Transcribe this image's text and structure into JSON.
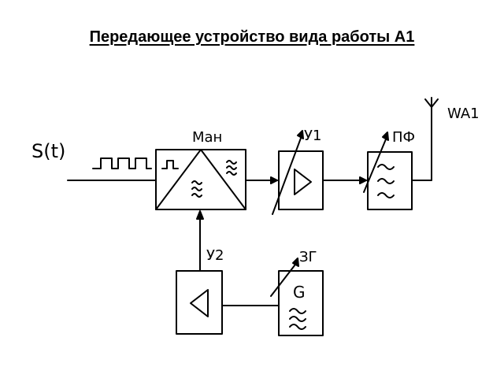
{
  "title": "Передающее устройство вида работы А1",
  "labels": {
    "signal": "S(t)",
    "antenna": "WA1",
    "modulator": "Ман",
    "amplifier1": "У1",
    "filter": "ПФ",
    "amplifier2": "У2",
    "oscillator": "ЗГ",
    "oscillator_symbol": "G"
  }
}
